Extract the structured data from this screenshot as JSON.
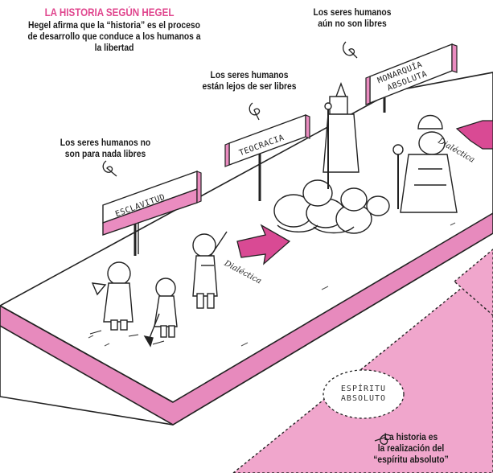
{
  "header": {
    "title": "LA HISTORIA SEGÚN HEGEL",
    "intro": "Hegel afirma que la “historia” es el proceso de desarrollo que conduce a los humanos a la libertad"
  },
  "captions": {
    "monarquia": [
      "Los seres humanos",
      "aún no son libres"
    ],
    "teocracia": [
      "Los seres humanos",
      "están lejos de ser libres"
    ],
    "esclavitud": [
      "Los seres humanos no",
      "son para nada libres"
    ],
    "historia": [
      "La historia es",
      "la realización del",
      "“espíritu absoluto”"
    ]
  },
  "signs": {
    "esclavitud": "ESCLAVITUD",
    "teocracia": "TEOCRACIA",
    "monarquia": [
      "MONARQUÍA",
      "ABSOLUTA"
    ]
  },
  "arrows": {
    "dialectica_1": "Dialéctica",
    "dialectica_2": "Dialéctica"
  },
  "spirit": [
    "ESPÍRITU",
    "ABSOLUTO"
  ],
  "colors": {
    "accent": "#e0468e",
    "sign_pink": "#ea8cc0",
    "arrow_pink": "#d94a94",
    "platform_side": "#e78abd",
    "spirit_pink": "#f0a6cc"
  }
}
